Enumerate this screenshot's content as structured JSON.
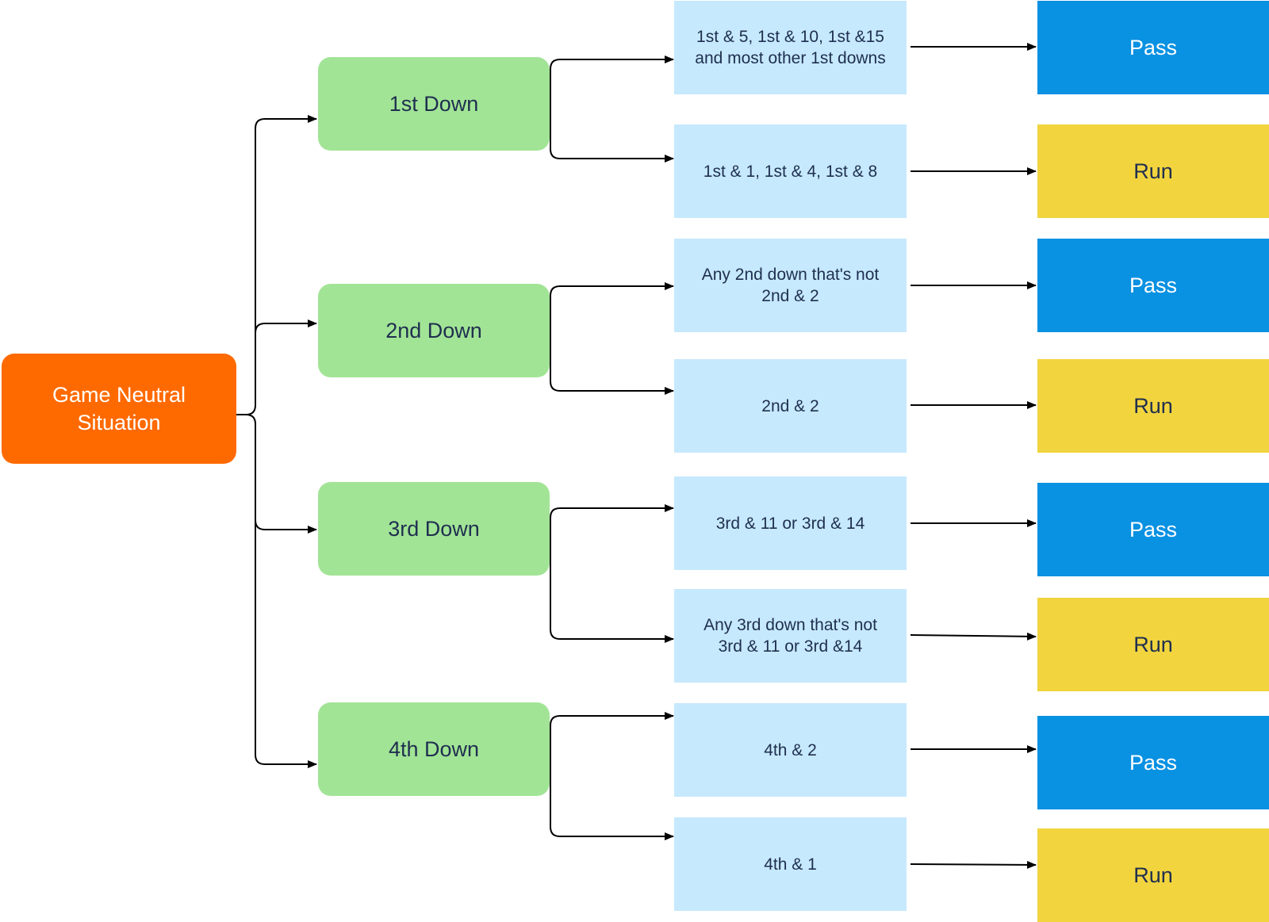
{
  "colors": {
    "root": "#ff6a00",
    "down": "#a2e496",
    "condition": "#c6e9fd",
    "pass": "#0991e2",
    "run": "#f2d43e",
    "connector": "#000000"
  },
  "root": {
    "label": "Game Neutral\nSituation"
  },
  "downs": [
    {
      "label": "1st Down",
      "branches": [
        {
          "condition": "1st & 5, 1st & 10, 1st &15\nand most other 1st downs",
          "play": "Pass"
        },
        {
          "condition": "1st & 1, 1st & 4, 1st & 8",
          "play": "Run"
        }
      ]
    },
    {
      "label": "2nd Down",
      "branches": [
        {
          "condition": "Any 2nd down that's not\n2nd & 2",
          "play": "Pass"
        },
        {
          "condition": "2nd & 2",
          "play": "Run"
        }
      ]
    },
    {
      "label": "3rd Down",
      "branches": [
        {
          "condition": "3rd & 11 or 3rd & 14",
          "play": "Pass"
        },
        {
          "condition": "Any 3rd down that's not\n3rd & 11 or 3rd &14",
          "play": "Run"
        }
      ]
    },
    {
      "label": "4th Down",
      "branches": [
        {
          "condition": "4th & 2",
          "play": "Pass"
        },
        {
          "condition": "4th & 1",
          "play": "Run"
        }
      ]
    }
  ]
}
